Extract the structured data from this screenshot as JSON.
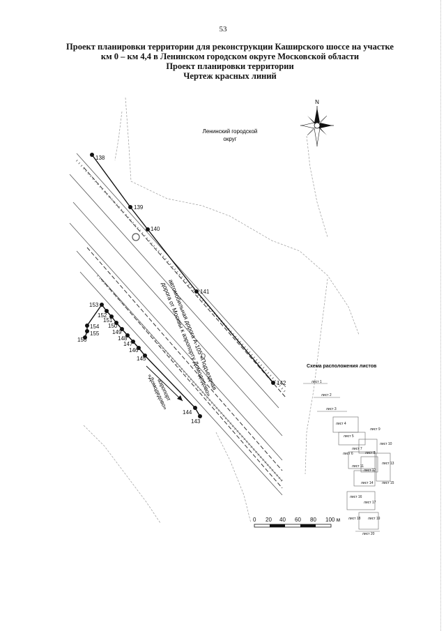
{
  "page": {
    "number": "53"
  },
  "title": {
    "line1": "Проект планировки территории для реконструкции Каширского шоссе на участке",
    "line2": "км 0 – км 4,4 в Ленинском городском округе Московской области",
    "line3": "Проект планировки территории",
    "line4": "Чертеж красных линий"
  },
  "compass": {
    "north": "N"
  },
  "map": {
    "district_label_1": "Ленинский городской",
    "district_label_2": "округ",
    "road_label_1": "автомобильная дорога А-105 «Подъездная",
    "road_label_2": "дорога от Москвы к аэропорту Домодедово»",
    "airport_label_1": "аэропорт",
    "airport_label_2": "«Домодедово»",
    "points": [
      {
        "id": "138"
      },
      {
        "id": "139"
      },
      {
        "id": "140"
      },
      {
        "id": "141"
      },
      {
        "id": "142"
      },
      {
        "id": "143"
      },
      {
        "id": "144"
      },
      {
        "id": "145"
      },
      {
        "id": "146"
      },
      {
        "id": "147"
      },
      {
        "id": "148"
      },
      {
        "id": "149"
      },
      {
        "id": "150"
      },
      {
        "id": "151"
      },
      {
        "id": "152"
      },
      {
        "id": "153"
      },
      {
        "id": "154"
      },
      {
        "id": "155"
      },
      {
        "id": "156"
      }
    ]
  },
  "scale": {
    "labels": [
      "0",
      "20",
      "40",
      "60",
      "80",
      "100 м"
    ]
  },
  "sheet_scheme": {
    "title": "Схема расположения листов",
    "sheets": [
      "лист 1",
      "лист 2",
      "лист 3",
      "лист 4",
      "лист 5",
      "лист 6",
      "лист 7",
      "лист 8",
      "лист 9",
      "лист 10",
      "лист 11",
      "лист 12",
      "лист 13",
      "лист 14",
      "лист 15",
      "лист 16",
      "лист 17",
      "лист 18",
      "лист 19",
      "лист 20"
    ]
  },
  "colors": {
    "ink": "#111111",
    "grey": "#666666",
    "light": "#aaaaaa"
  }
}
